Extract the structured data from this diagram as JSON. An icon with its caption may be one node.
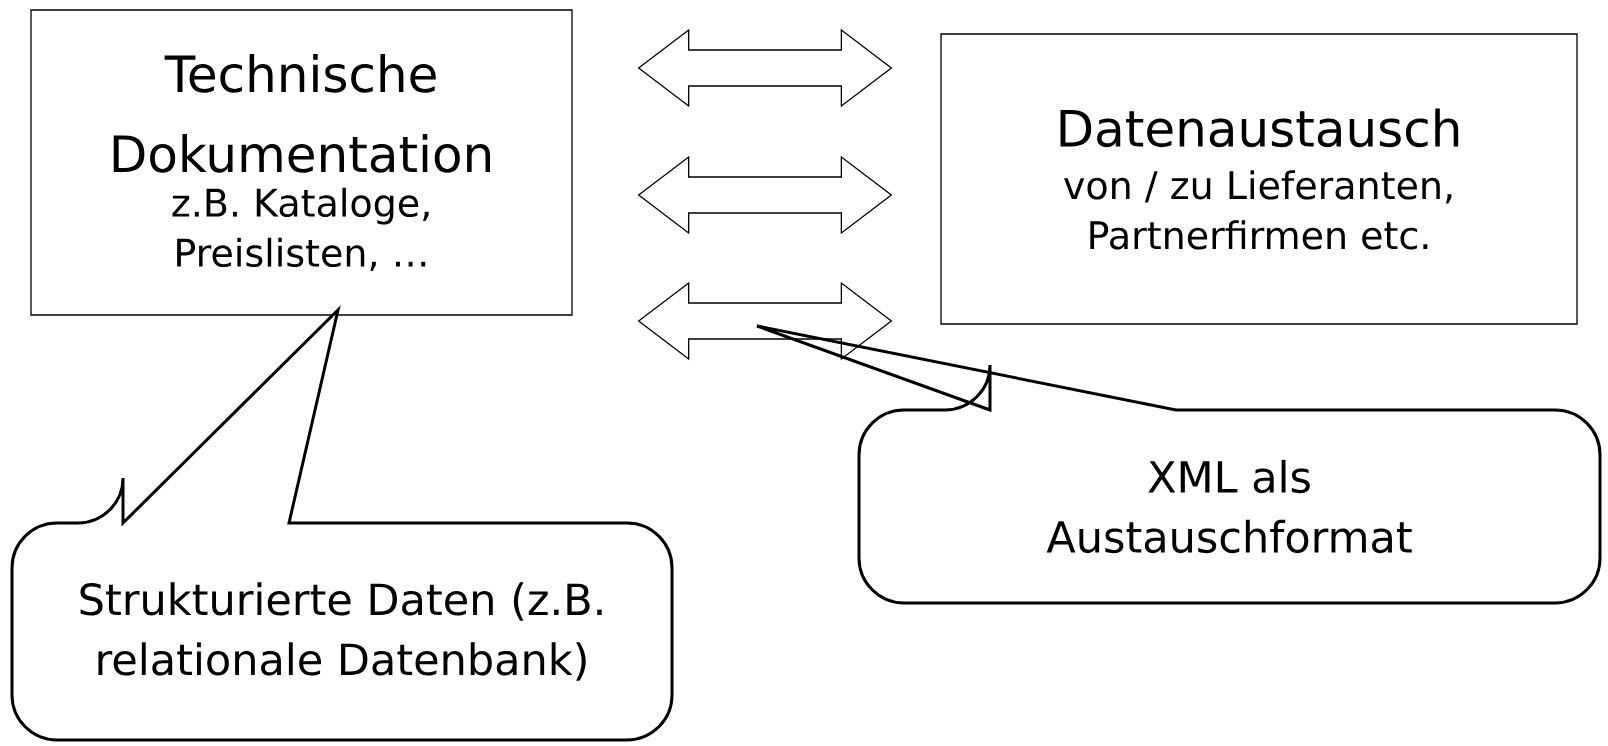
{
  "diagram": {
    "nodes": [
      {
        "text": [
          "Technische Dokumentation",
          "z.B. Kataloge, Preislisten, …"
        ]
      },
      {
        "text": [
          "Datenaustausch",
          "von / zu Lieferanten, Partnerfirmen etc."
        ]
      },
      {
        "text": [
          "Strukturierte Daten (z.B. relationale Datenbank)"
        ]
      },
      {
        "text": [
          "XML als Austauschformat"
        ]
      }
    ],
    "edges": [
      {
        "from": 0,
        "to": 1,
        "arrow": "both"
      },
      {
        "from": 0,
        "to": 1,
        "arrow": "both"
      },
      {
        "from": 0,
        "to": 1,
        "arrow": "both"
      }
    ]
  }
}
